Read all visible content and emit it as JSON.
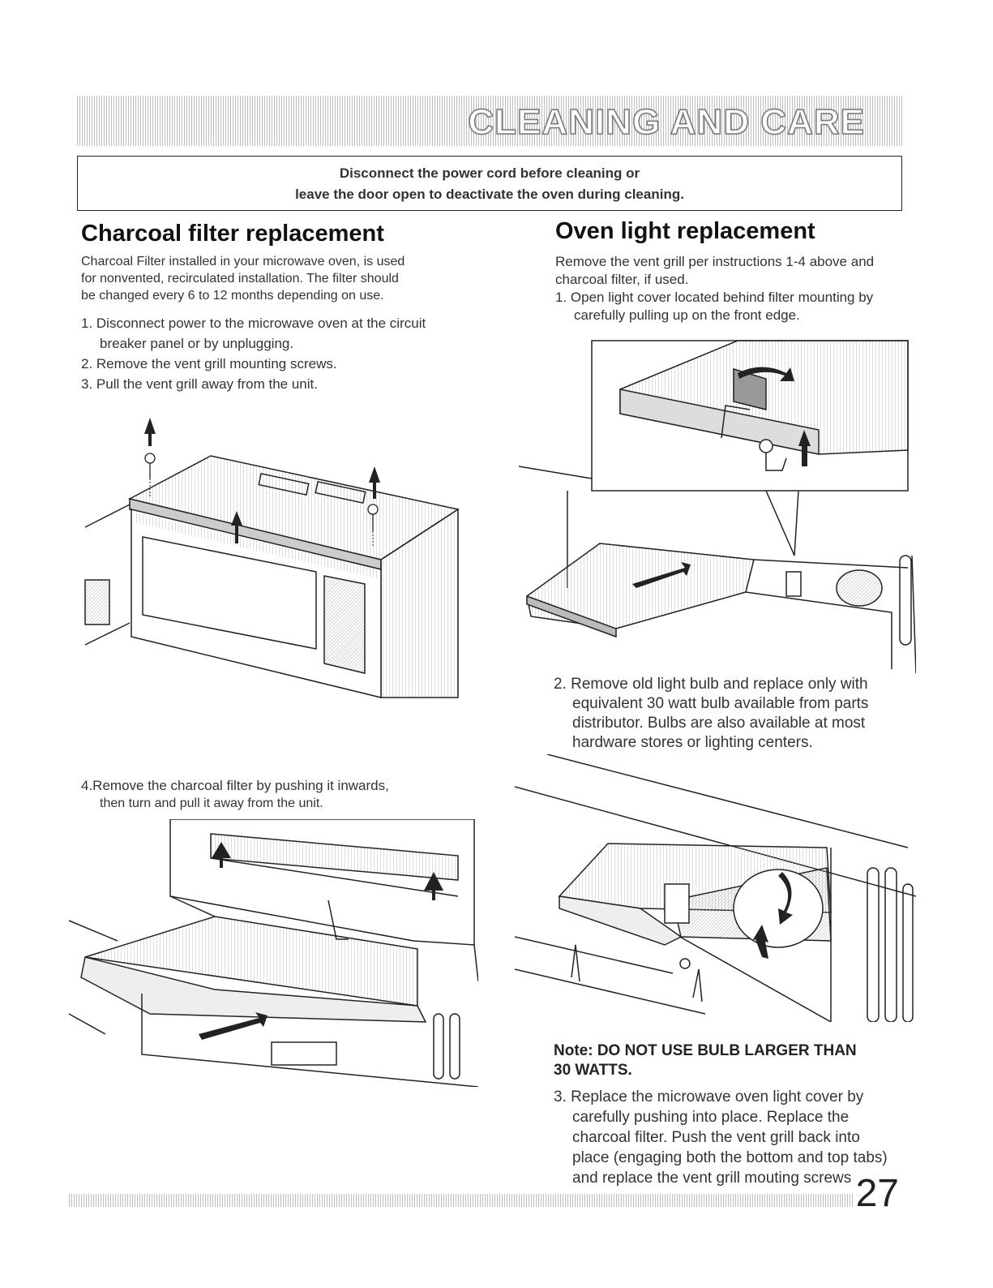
{
  "header": {
    "title": "CLEANING AND CARE"
  },
  "warning": {
    "line1": "Disconnect the power cord before cleaning or",
    "line2": "leave the door open to deactivate the oven during cleaning."
  },
  "left": {
    "heading": "Charcoal filter replacement",
    "intro": [
      "Charcoal Filter installed in your microwave oven, is used",
      "for nonvented, recirculated installation. The filter should",
      "be changed every 6 to 12 months depending on use."
    ],
    "step1_a": "1.  Disconnect power to the microwave oven at the circuit",
    "step1_b": "breaker panel or by unplugging.",
    "step2": "2. Remove the vent grill mounting screws.",
    "step3": "3. Pull the vent grill away from the unit.",
    "step4_a": "4.Remove the charcoal filter by pushing it inwards,",
    "step4_b": "then turn and pull it away from the unit."
  },
  "right": {
    "heading": "Oven light replacement",
    "intro_a": "Remove the vent grill  per instructions 1-4 above and",
    "intro_b": "charcoal filter, if used.",
    "step1_a": "1. Open light cover located behind filter mounting by",
    "step1_b": "carefully pulling up on the front edge.",
    "step2_a": "2. Remove old light bulb and replace only with",
    "step2_lines": [
      "equivalent 30 watt bulb available from parts",
      "distributor. Bulbs are also available at most",
      "hardware stores or lighting centers."
    ],
    "note_a": "Note: DO NOT USE BULB LARGER THAN",
    "note_b": "30 WATTS.",
    "step3_a": "3. Replace the microwave oven light cover by",
    "step3_lines": [
      "carefully pushing into place. Replace the",
      "charcoal filter. Push the vent grill back into",
      "place (engaging both the bottom and top tabs)",
      "and replace the vent grill mouting screws."
    ]
  },
  "footer": {
    "page_number": "27"
  }
}
